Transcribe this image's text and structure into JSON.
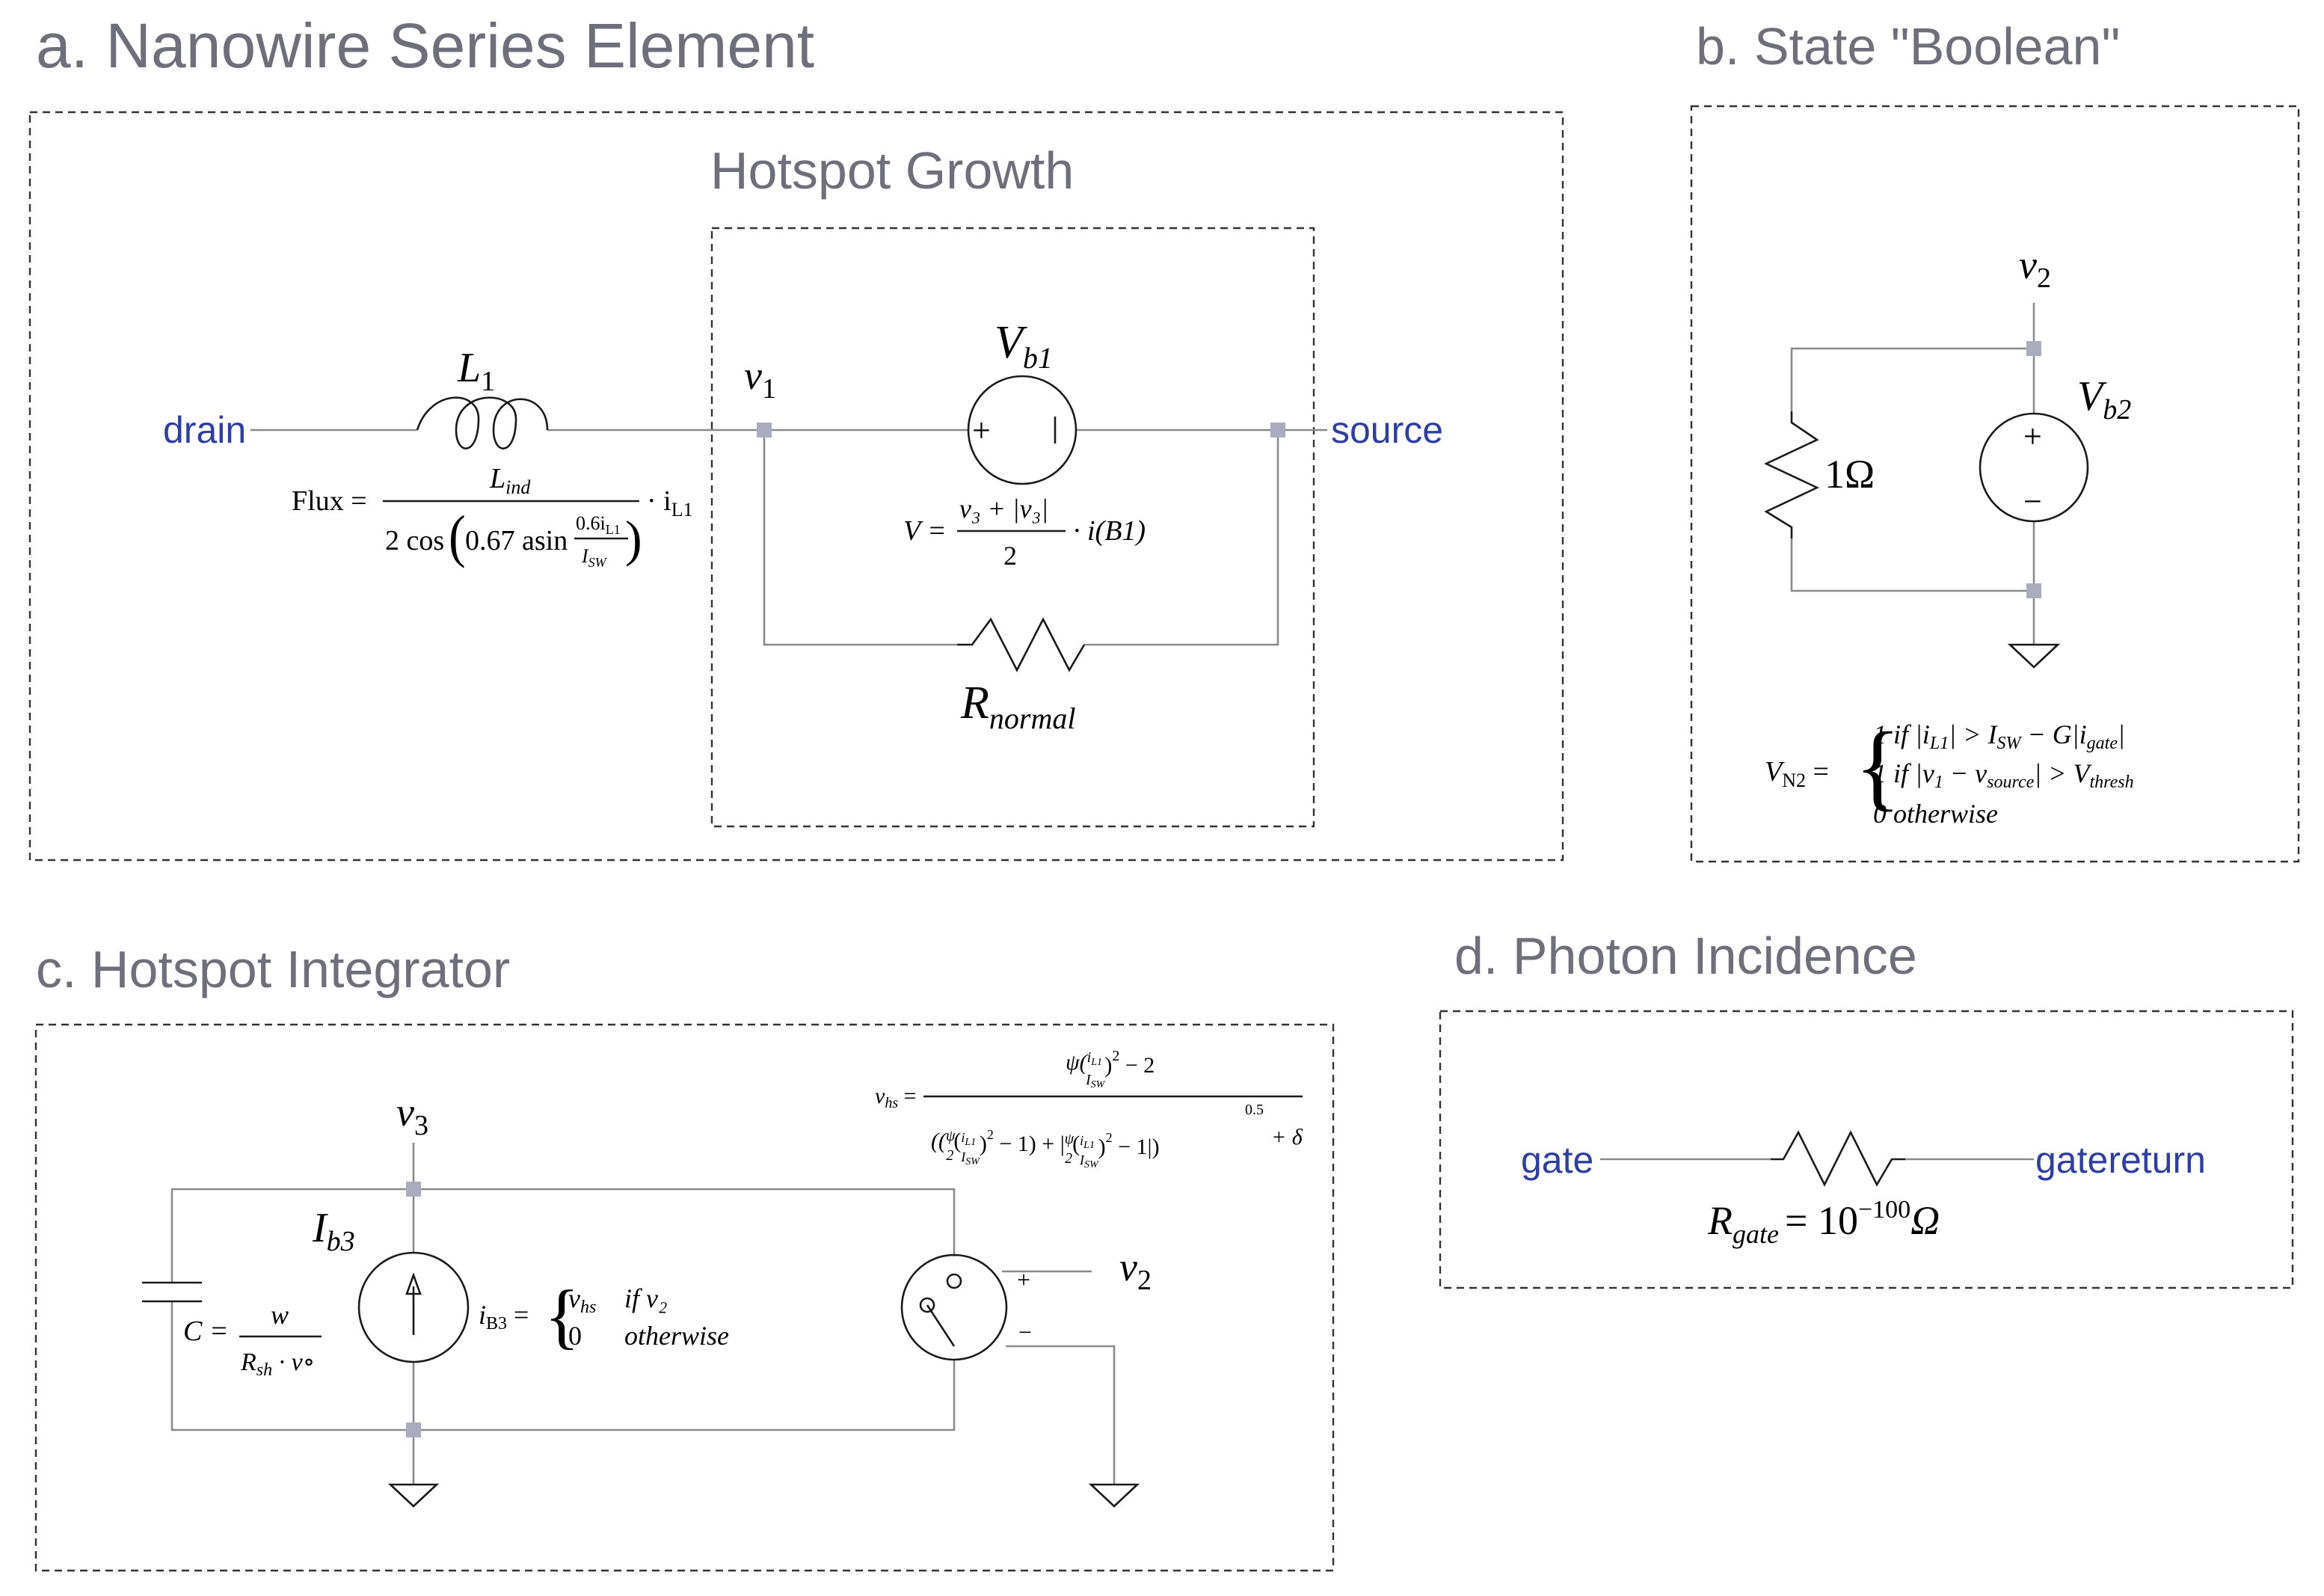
{
  "panels": {
    "a": {
      "title": "a. Nanowire Series Element",
      "sub_title": "Hotspot Growth",
      "port_left": "drain",
      "port_right": "source",
      "inductor": "L",
      "inductor_sub": "1",
      "node": "v",
      "node_sub": "1",
      "source": "V",
      "source_sub": "b1",
      "resistor": "R",
      "resistor_sub": "normal",
      "flux_label": "Flux =",
      "flux_num": "L",
      "flux_num_sub": "ind",
      "flux_den_a": "2 cos",
      "flux_den_b": "0.67 asin",
      "flux_inner_num": "0.6i",
      "flux_inner_num_sub": "L1",
      "flux_inner_den": "I",
      "flux_inner_den_sub": "SW",
      "flux_mult": "· i",
      "flux_mult_sub": "L1",
      "v_label": "V =",
      "v_num": "v₃ + |v₃|",
      "v_den": "2",
      "v_mult": "· i(B1)"
    },
    "b": {
      "title": "b. State \"Boolean\"",
      "node": "v",
      "node_sub": "2",
      "source": "V",
      "source_sub": "b2",
      "resistor": "1Ω",
      "eq_label": "V",
      "eq_label_sub": "N2",
      "case1": "1  if |i",
      "case1_sub1": "L1",
      "case1_mid": "| > I",
      "case1_sub2": "SW",
      "case1_end": " − G|i",
      "case1_sub3": "gate",
      "case1_close": "|",
      "case2": "1  if |v",
      "case2_sub1": "1",
      "case2_mid": " − v",
      "case2_sub2": "source",
      "case2_end": "| > V",
      "case2_sub3": "thresh",
      "case3": "0  otherwise"
    },
    "c": {
      "title": "c. Hotspot Integrator",
      "node3": "v",
      "node3_sub": "3",
      "node2": "v",
      "node2_sub": "2",
      "source": "I",
      "source_sub": "b3",
      "cap_label": "C =",
      "cap_num": "w",
      "cap_den": "R",
      "cap_den_sub": "sh",
      "cap_den_end": " · v∘",
      "ib_label": "i",
      "ib_label_sub": "B3",
      "ib_case1": "v",
      "ib_case1_sub": "hs",
      "ib_case1_cond": "if v₂",
      "ib_case2": "0",
      "ib_case2_cond": "otherwise",
      "plus": "+",
      "minus": "−",
      "vhs_label": "v",
      "vhs_label_sub": "hs",
      "vhs_num": "ψ(i",
      "vhs_den": "+ δ",
      "vhs_exp": "0.5"
    },
    "d": {
      "title": "d. Photon Incidence",
      "port_left": "gate",
      "port_right": "gatereturn",
      "resistor": "R",
      "resistor_sub": "gate",
      "resistor_value": "= 10",
      "resistor_exp": "−100",
      "resistor_unit": "Ω"
    }
  },
  "colors": {
    "heading": "#6e6f7a",
    "port": "#2e3fa0",
    "wire": "#8a8a8a",
    "node": "#a9abbf"
  }
}
